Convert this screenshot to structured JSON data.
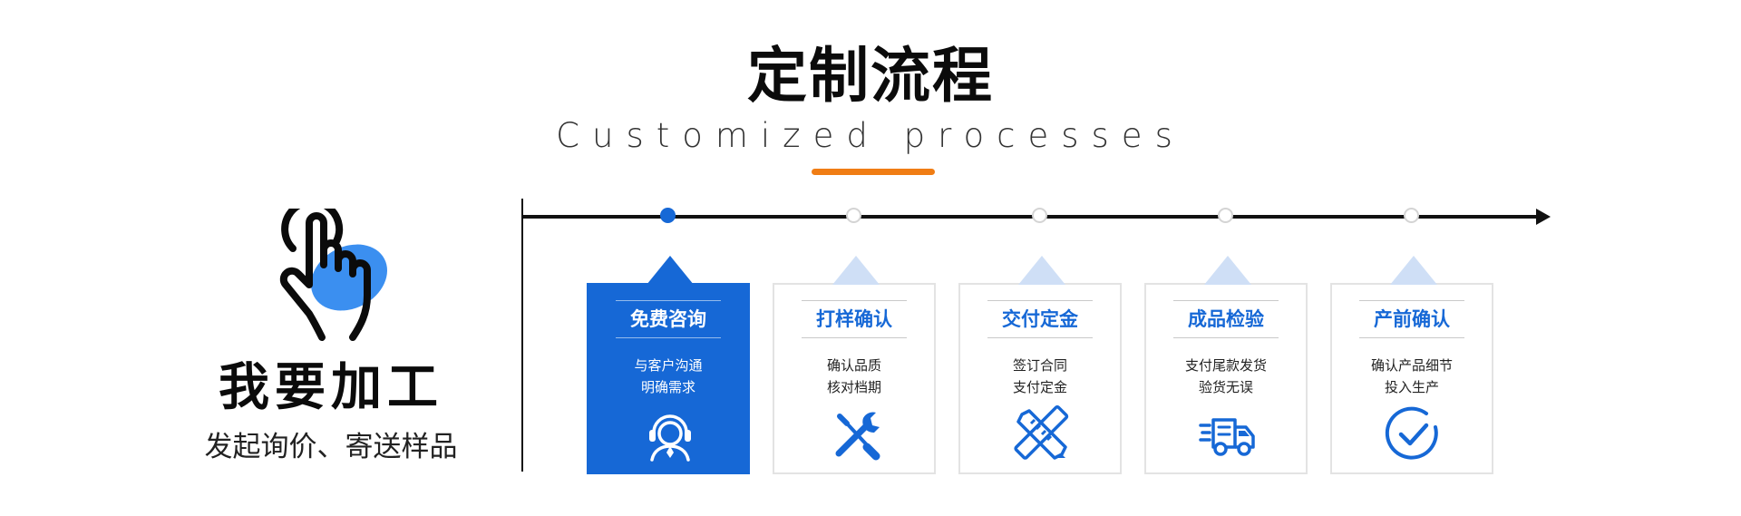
{
  "header": {
    "title": "定制流程",
    "subtitle": "Customized processes",
    "accent_color": "#f07d14"
  },
  "intro": {
    "icon": "tap-hand-icon",
    "title": "我要加工",
    "subtitle": "发起询价、寄送样品",
    "accent_color": "#3b8ff0"
  },
  "process": {
    "primary_color": "#1668d6",
    "active_step": 0,
    "steps": [
      {
        "title": "免费咨询",
        "lines": [
          "与客户沟通",
          "明确需求"
        ],
        "icon": "headset-icon"
      },
      {
        "title": "打样确认",
        "lines": [
          "确认品质",
          "核对档期"
        ],
        "icon": "wrench-screwdriver-icon"
      },
      {
        "title": "交付定金",
        "lines": [
          "签订合同",
          "支付定金"
        ],
        "icon": "ruler-pencil-icon"
      },
      {
        "title": "成品检验",
        "lines": [
          "支付尾款发货",
          "验货无误"
        ],
        "icon": "delivery-truck-icon"
      },
      {
        "title": "产前确认",
        "lines": [
          "确认产品细节",
          "投入生产"
        ],
        "icon": "check-circle-icon"
      }
    ]
  }
}
